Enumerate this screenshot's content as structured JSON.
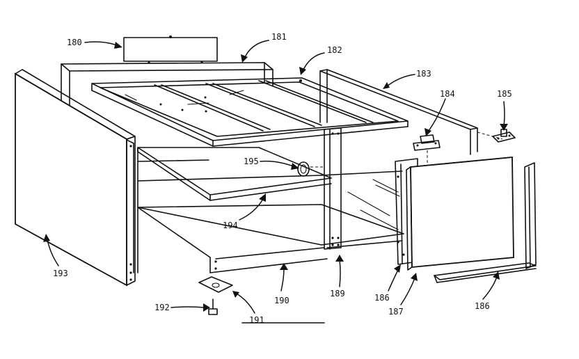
{
  "diagram": {
    "callouts": {
      "c180": "180",
      "c181": "181",
      "c182": "182",
      "c183": "183",
      "c184": "184",
      "c185": "185",
      "c186a": "186",
      "c186b": "186",
      "c187": "187",
      "c189": "189",
      "c190": "190",
      "c191": "191",
      "c192": "192",
      "c193": "193",
      "c194": "194",
      "c195": "195"
    }
  }
}
